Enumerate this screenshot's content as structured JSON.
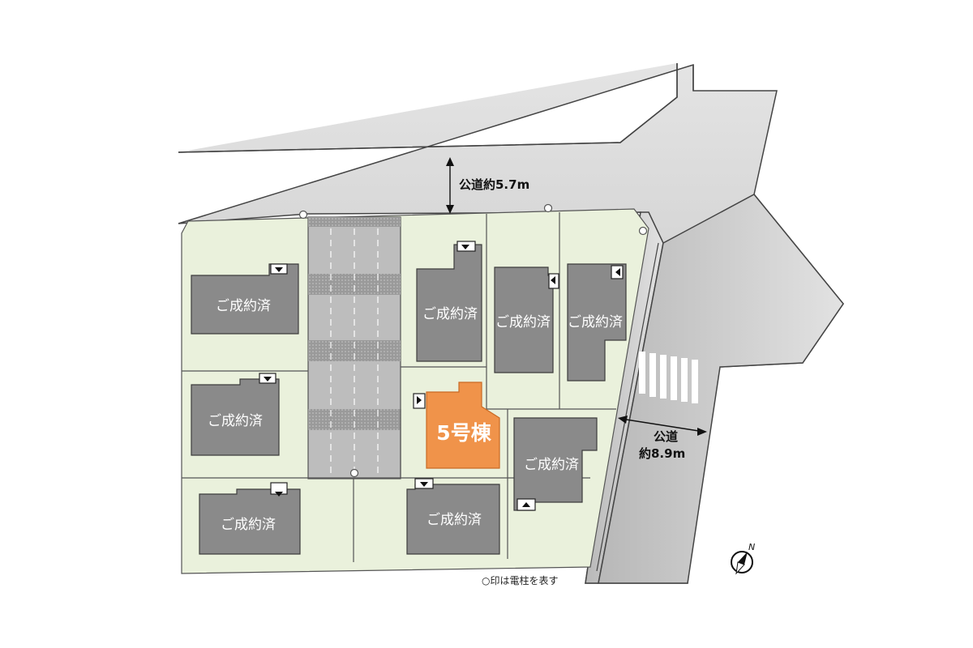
{
  "map": {
    "sold_label": "ご成約済",
    "highlight_label": "5号棟",
    "road_north_label": "公道約5.7m",
    "road_east_label_1": "公道",
    "road_east_label_2": "約8.9m",
    "compass_letter": "N",
    "legend_note": "○印は電柱を表す",
    "colors": {
      "lot": "#eaf1dc",
      "building": "#8a8a8a",
      "highlight": "#f0934a",
      "road": "#c9c9c9",
      "driveway": "#bdbdbd"
    }
  }
}
